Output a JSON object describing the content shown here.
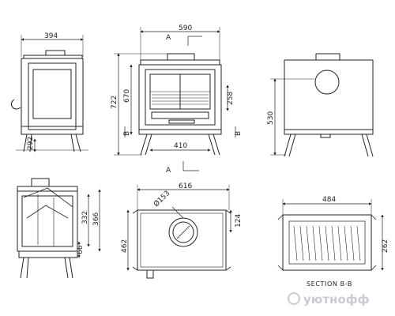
{
  "dimensions": {
    "side_width": "394",
    "front_width": "590",
    "front_height": "722",
    "front_inner_height": "670",
    "front_door_dim": "258",
    "front_base_width": "410",
    "side_leg_height": "292",
    "rear_height": "530",
    "plan_width": "616",
    "plan_depth": "462",
    "flue_diameter": "Ø153",
    "flue_offset": "124",
    "section_height_outer": "366",
    "section_height_inner": "332",
    "section_leg": "66",
    "sectionbb_width": "484",
    "sectionbb_height": "262"
  },
  "labels": {
    "section_a_top": "A",
    "section_a_bottom": "A",
    "section_b_left": "B",
    "section_b_right": "B",
    "section_bb_title": "SECTION B-B"
  },
  "watermark": "уютнофф"
}
